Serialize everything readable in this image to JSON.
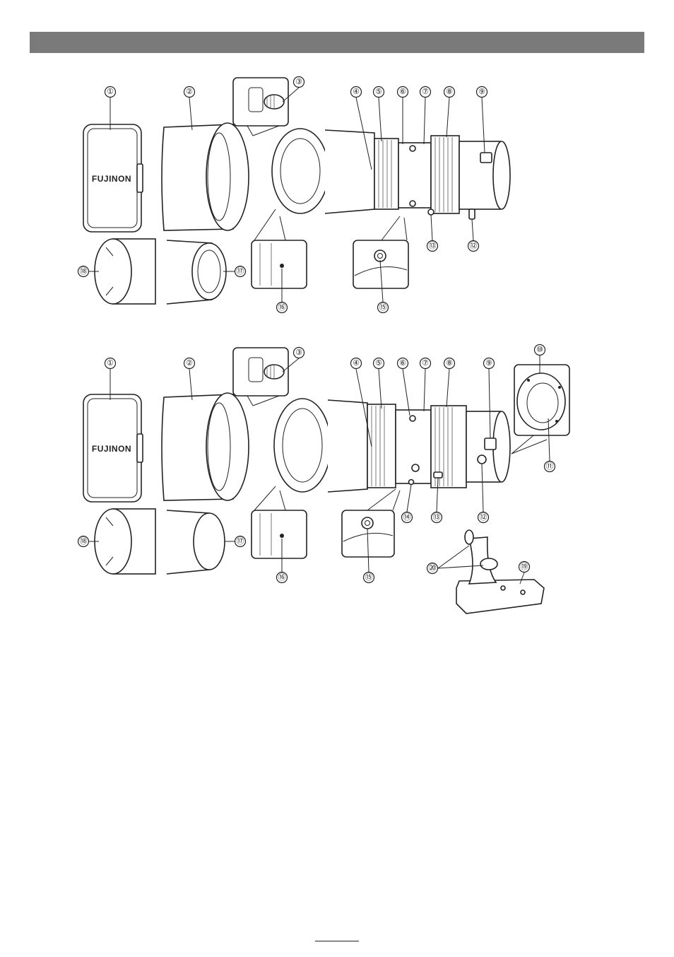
{
  "header": {
    "color": "#7a7a7a"
  },
  "brand_text": "FUJINON",
  "diagrams": [
    {
      "id": "top",
      "callouts": [
        "①",
        "②",
        "③",
        "④",
        "⑤",
        "⑥",
        "⑦",
        "⑧",
        "⑨",
        "⑫",
        "⑬",
        "⑮",
        "⑯",
        "⑰",
        "⑱"
      ]
    },
    {
      "id": "bottom",
      "callouts": [
        "①",
        "②",
        "③",
        "④",
        "⑤",
        "⑥",
        "⑦",
        "⑧",
        "⑨",
        "⑩",
        "⑪",
        "⑫",
        "⑬",
        "⑭",
        "⑮",
        "⑯",
        "⑰",
        "⑱",
        "⑲",
        "⑳"
      ]
    }
  ],
  "top": {
    "c1": "①",
    "c2": "②",
    "c3": "③",
    "c4": "④",
    "c5": "⑤",
    "c6": "⑥",
    "c7": "⑦",
    "c8": "⑧",
    "c9": "⑨",
    "c12": "⑫",
    "c13": "⑬",
    "c15": "⑮",
    "c16": "⑯",
    "c17": "⑰",
    "c18": "⑱"
  },
  "bottom": {
    "c1": "①",
    "c2": "②",
    "c3": "③",
    "c4": "④",
    "c5": "⑤",
    "c6": "⑥",
    "c7": "⑦",
    "c8": "⑧",
    "c9": "⑨",
    "c10": "⑩",
    "c11": "⑪",
    "c12": "⑫",
    "c13": "⑬",
    "c14": "⑭",
    "c15": "⑮",
    "c16": "⑯",
    "c17": "⑰",
    "c18": "⑱",
    "c19": "⑲",
    "c20": "⑳"
  }
}
